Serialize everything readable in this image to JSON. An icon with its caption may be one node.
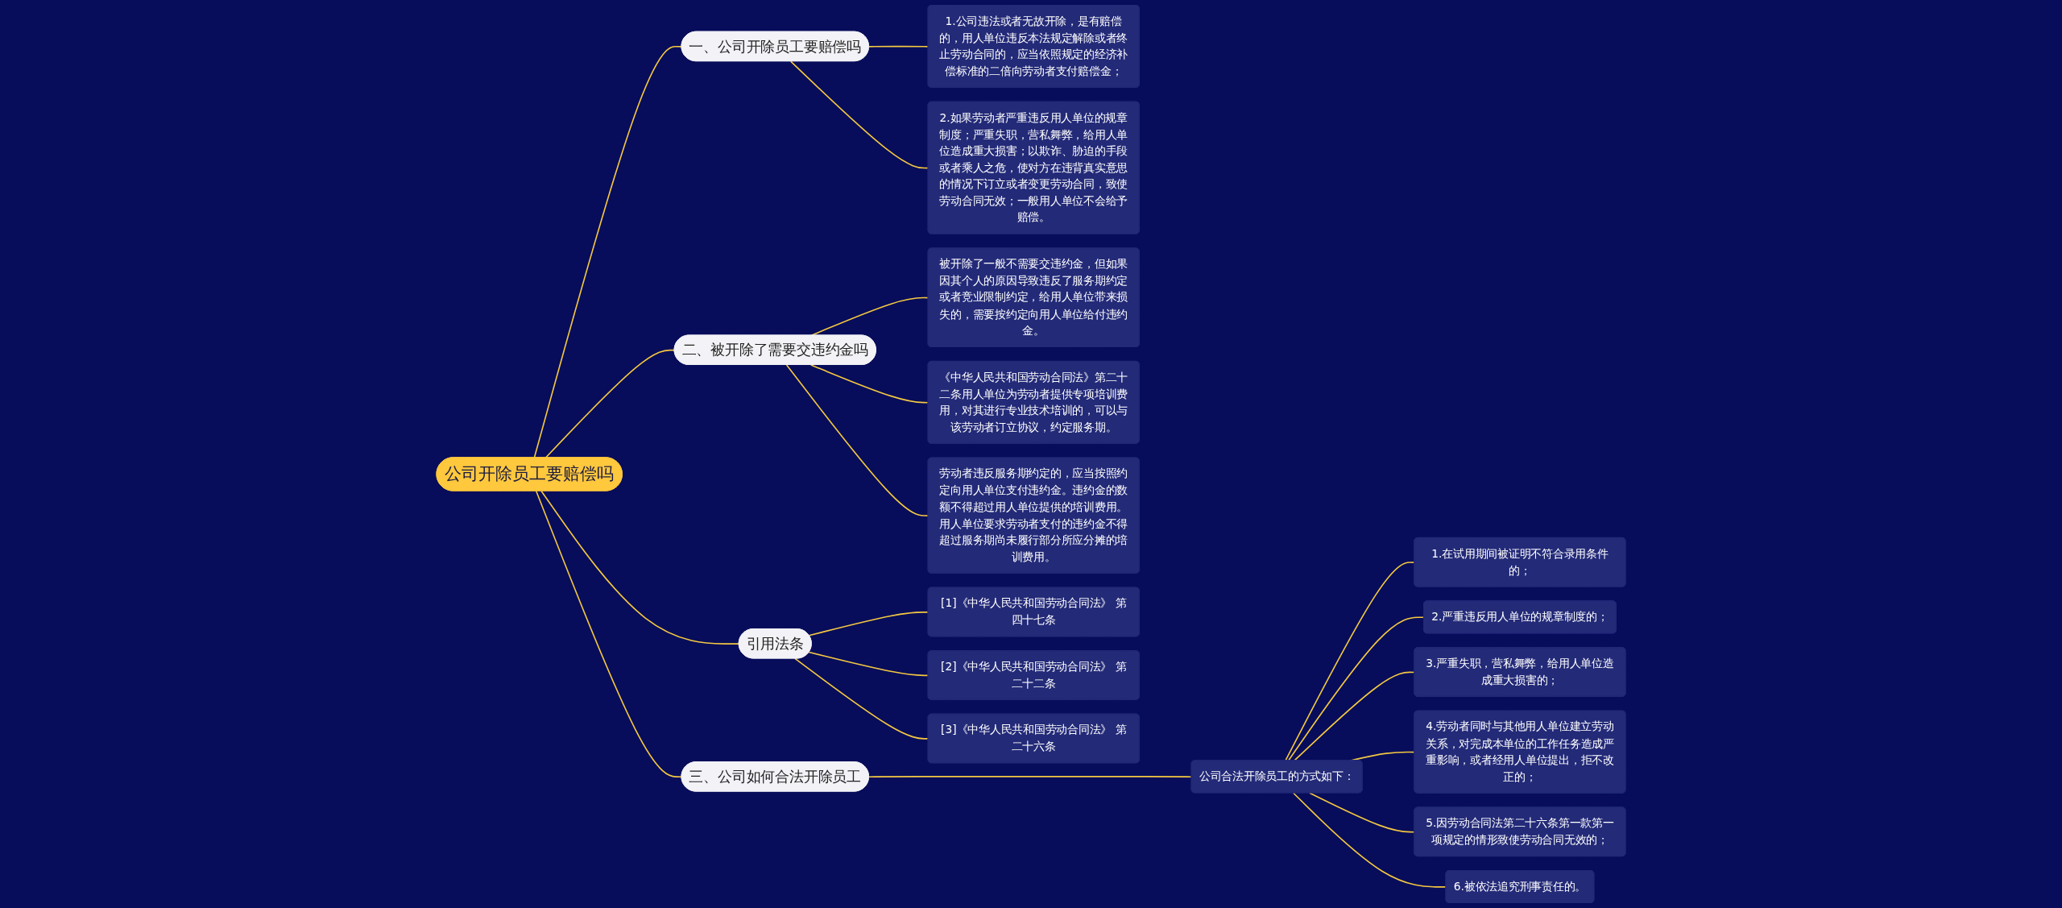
{
  "diagram": {
    "nodes": [
      {
        "text": [
          "公司开除员工要赔偿吗"
        ]
      },
      {
        "text": [
          "一、公司开除员工要赔偿吗"
        ]
      },
      {
        "text": [
          "1.公司违法或者无故开除，是有赔偿的，用人单位违反本法规定解除或者终止劳动合同的，应当依照规定的经济补偿标准的二倍向劳动者支付赔偿金；"
        ]
      },
      {
        "text": [
          "2.如果劳动者严重违反用人单位的规章制度；严重失职，营私舞弊，给用人单位造成重大损害；以欺诈、胁迫的手段或者乘人之危，使对方在违背真实意思的情况下订立或者变更劳动合同，致使劳动合同无效；一般用人单位不会给予赔偿。"
        ]
      },
      {
        "text": [
          "二、被开除了需要交违约金吗"
        ]
      },
      {
        "text": [
          "被开除了一般不需要交违约金，但如果因其个人的原因导致违反了服务期约定或者竞业限制约定，给用人单位带来损失的，需要按约定向用人单位给付违约金。"
        ]
      },
      {
        "text": [
          "《中华人民共和国劳动合同法》第二十二条用人单位为劳动者提供专项培训费用，对其进行专业技术培训的，可以与该劳动者订立协议，约定服务期。"
        ]
      },
      {
        "text": [
          "劳动者违反服务期约定的，应当按照约定向用人单位支付违约金。违约金的数额不得超过用人单位提供的培训费用。用人单位要求劳动者支付的违约金不得超过服务期尚未履行部分所应分摊的培训费用。"
        ]
      },
      {
        "text": [
          "三、公司如何合法开除员工"
        ]
      },
      {
        "text": [
          "公司合法开除员工的方式如下："
        ]
      },
      {
        "text": [
          "1.在试用期间被证明不符合录用条件的；"
        ]
      },
      {
        "text": [
          "2.严重违反用人单位的规章制度的；"
        ]
      },
      {
        "text": [
          "3.严重失职，营私舞弊，给用人单位造成重大损害的；"
        ]
      },
      {
        "text": [
          "4.劳动者同时与其他用人单位建立劳动关系，对完成本单位的工作任务造成严重影响，或者经用人单位提出，拒不改正的；"
        ]
      },
      {
        "text": [
          "5.因劳动合同法第二十六条第一款第一项规定的情形致使劳动合同无效的；"
        ]
      },
      {
        "text": [
          "6.被依法追究刑事责任的。"
        ]
      },
      {
        "text": [
          "引用法条"
        ]
      },
      {
        "text": [
          "[1]《中华人民共和国劳动合同法》 第四十七条"
        ]
      },
      {
        "text": [
          "[2]《中华人民共和国劳动合同法》 第二十二条"
        ]
      },
      {
        "text": [
          "[3]《中华人民共和国劳动合同法》 第二十六条"
        ]
      }
    ],
    "edges": [
      {
        "from": 0,
        "to": 1,
        "arrow": "none"
      },
      {
        "from": 1,
        "to": 2,
        "arrow": "none"
      },
      {
        "from": 1,
        "to": 3,
        "arrow": "none"
      },
      {
        "from": 0,
        "to": 4,
        "arrow": "none"
      },
      {
        "from": 4,
        "to": 5,
        "arrow": "none"
      },
      {
        "from": 4,
        "to": 6,
        "arrow": "none"
      },
      {
        "from": 4,
        "to": 7,
        "arrow": "none"
      },
      {
        "from": 0,
        "to": 8,
        "arrow": "none"
      },
      {
        "from": 8,
        "to": 9,
        "arrow": "none"
      },
      {
        "from": 9,
        "to": 10,
        "arrow": "none"
      },
      {
        "from": 9,
        "to": 11,
        "arrow": "none"
      },
      {
        "from": 9,
        "to": 12,
        "arrow": "none"
      },
      {
        "from": 9,
        "to": 13,
        "arrow": "none"
      },
      {
        "from": 9,
        "to": 14,
        "arrow": "none"
      },
      {
        "from": 9,
        "to": 15,
        "arrow": "none"
      },
      {
        "from": 0,
        "to": 16,
        "arrow": "none"
      },
      {
        "from": 16,
        "to": 17,
        "arrow": "none"
      },
      {
        "from": 16,
        "to": 18,
        "arrow": "none"
      },
      {
        "from": 16,
        "to": 19,
        "arrow": "none"
      }
    ]
  }
}
